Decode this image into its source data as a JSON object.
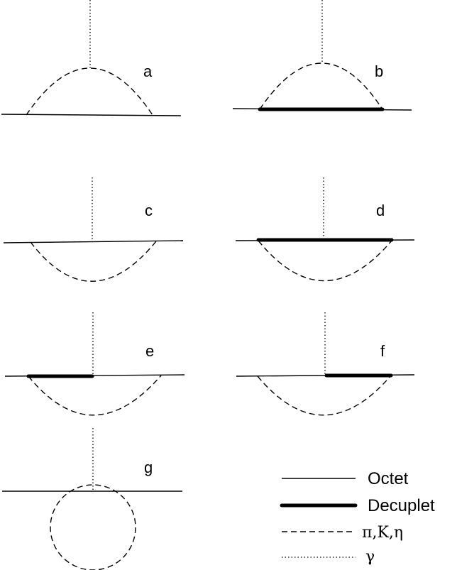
{
  "diagrams": [
    {
      "label": "a",
      "baryon": "octet",
      "loop": "arc-above"
    },
    {
      "label": "b",
      "baryon": "decuplet",
      "loop": "arc-above"
    },
    {
      "label": "c",
      "baryon": "octet",
      "loop": "arc-below"
    },
    {
      "label": "d",
      "baryon": "decuplet",
      "loop": "arc-below"
    },
    {
      "label": "e",
      "baryon": "decuplet-left",
      "loop": "arc-below"
    },
    {
      "label": "f",
      "baryon": "decuplet-right",
      "loop": "arc-below"
    },
    {
      "label": "g",
      "baryon": "octet",
      "loop": "tadpole"
    }
  ],
  "legend": {
    "octet": "Octet",
    "decuplet": "Decuplet",
    "meson": "π,K,η",
    "photon": "γ"
  }
}
